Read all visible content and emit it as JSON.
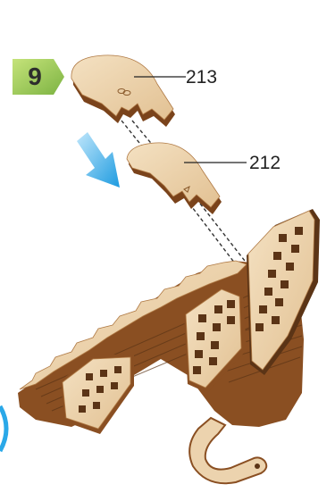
{
  "step": {
    "number": "9",
    "badge_color": "#8bc34a"
  },
  "callouts": [
    {
      "label": "213",
      "part": "top-cap-piece"
    },
    {
      "label": "212",
      "part": "lower-cap-piece"
    }
  ],
  "colors": {
    "wood_face": "#ecd3ae",
    "wood_edge": "#8a4f22",
    "wood_dark": "#5b3416",
    "arrow_blue": "#2aa8e8"
  },
  "icons": [
    "down-right-arrow-icon"
  ]
}
